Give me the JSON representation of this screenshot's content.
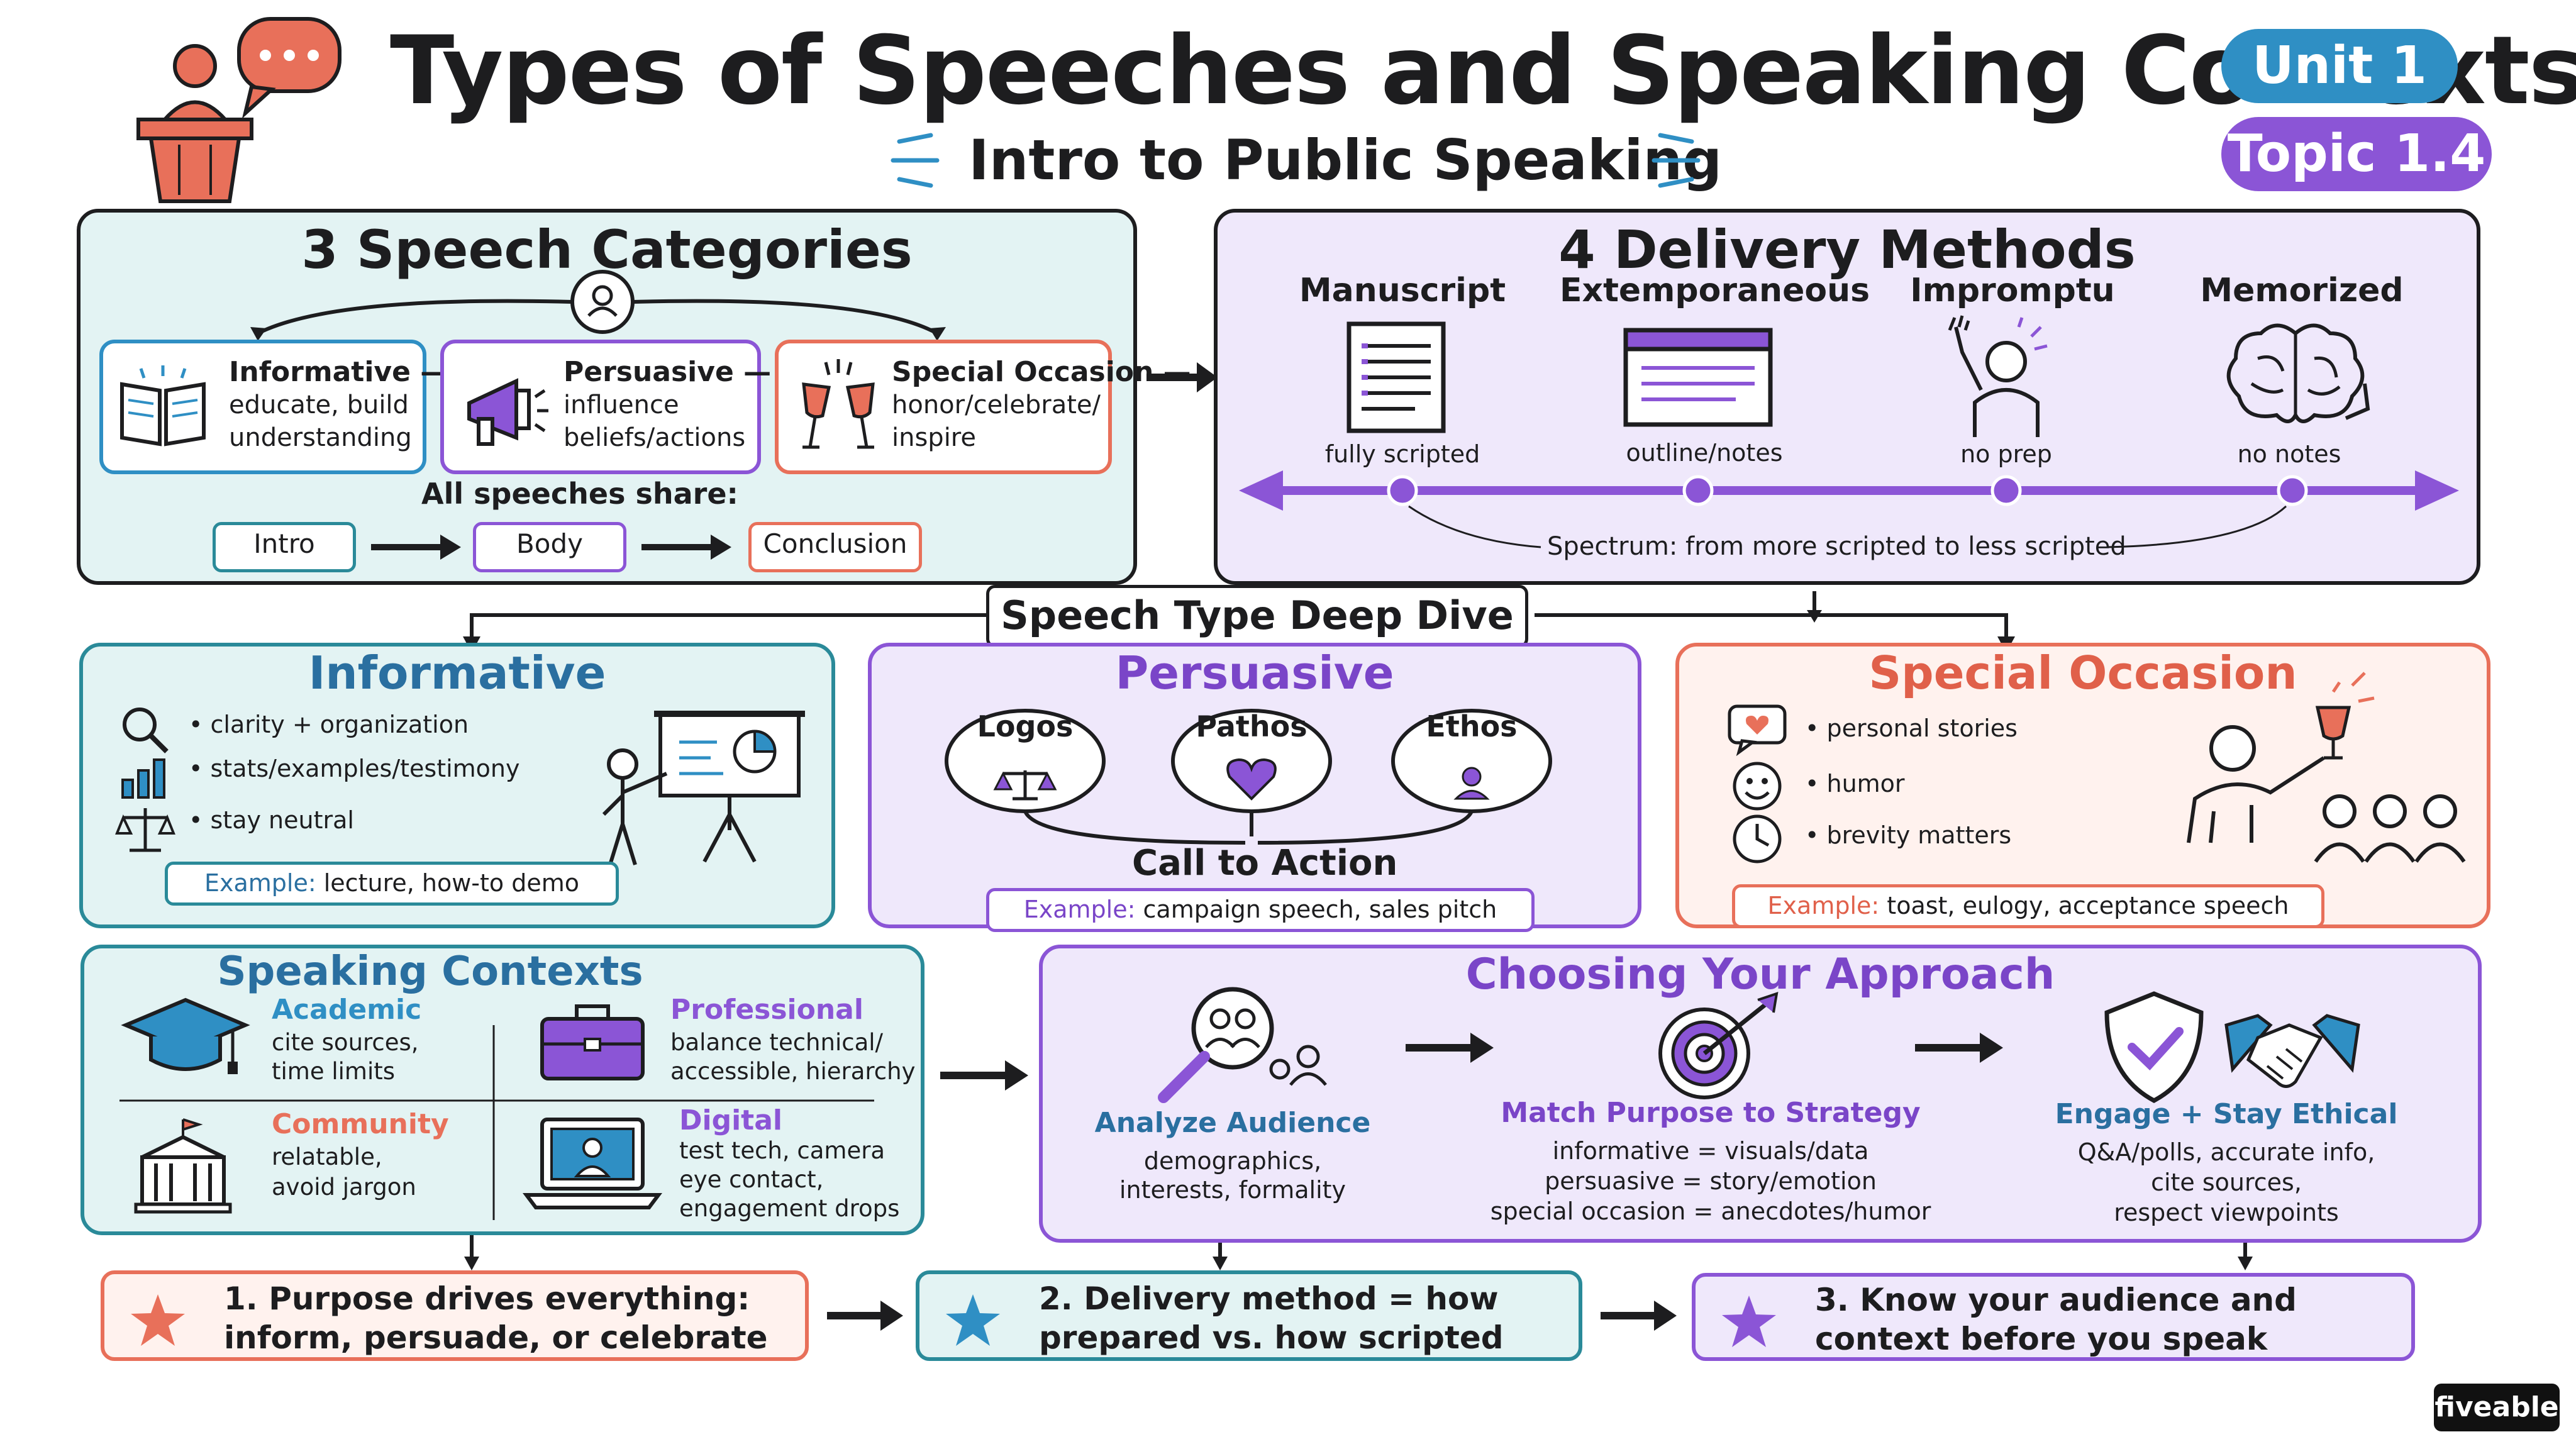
{
  "header": {
    "title": "Types of Speeches and Speaking Contexts",
    "subtitle": "Intro to Public Speaking",
    "unit_badge": "Unit 1",
    "topic_badge": "Topic 1.4"
  },
  "categories": {
    "title": "3 Speech Categories",
    "items": [
      {
        "name": "Informative —",
        "line1": "educate, build",
        "line2": "understanding",
        "icon": "book-icon"
      },
      {
        "name": "Persuasive —",
        "line1": "influence",
        "line2": "beliefs/actions",
        "icon": "megaphone-icon"
      },
      {
        "name": "Special Occasion —",
        "line1": "honor/celebrate/",
        "line2": "inspire",
        "icon": "toast-glasses-icon"
      }
    ],
    "shared_label": "All speeches share:",
    "structure": [
      "Intro",
      "Body",
      "Conclusion"
    ]
  },
  "delivery": {
    "title": "4 Delivery Methods",
    "methods": [
      {
        "name": "Manuscript",
        "note": "fully scripted",
        "icon": "document-icon"
      },
      {
        "name": "Extemporaneous",
        "note": "outline/notes",
        "icon": "notes-window-icon"
      },
      {
        "name": "Impromptu",
        "note": "no prep",
        "icon": "raised-hand-person-icon"
      },
      {
        "name": "Memorized",
        "note": "no notes",
        "icon": "brain-icon"
      }
    ],
    "spectrum_label": "Spectrum: from more scripted to less scripted"
  },
  "deep_dive": {
    "title": "Speech Type Deep Dive",
    "informative": {
      "title": "Informative",
      "bullets": [
        "• clarity + organization",
        "• stats/examples/testimony",
        "• stay neutral"
      ],
      "example_label": "Example:",
      "example_text": "lecture, how-to demo"
    },
    "persuasive": {
      "title": "Persuasive",
      "appeals": [
        "Logos",
        "Pathos",
        "Ethos"
      ],
      "cta": "Call to Action",
      "example_label": "Example:",
      "example_text": "campaign speech, sales pitch"
    },
    "special": {
      "title": "Special Occasion",
      "bullets": [
        "• personal stories",
        "• humor",
        "• brevity matters"
      ],
      "example_label": "Example:",
      "example_text": "toast, eulogy, acceptance speech"
    }
  },
  "contexts": {
    "title": "Speaking Contexts",
    "items": [
      {
        "name": "Academic",
        "line1": "cite sources,",
        "line2": "time limits",
        "line3": "",
        "color": "#2f8fc4"
      },
      {
        "name": "Professional",
        "line1": "balance technical/",
        "line2": "accessible, hierarchy",
        "line3": "",
        "color": "#8b55d6"
      },
      {
        "name": "Community",
        "line1": "relatable,",
        "line2": "avoid jargon",
        "line3": "",
        "color": "#e8705a"
      },
      {
        "name": "Digital",
        "line1": "test tech, camera",
        "line2": "eye contact,",
        "line3": "engagement drops",
        "color": "#8b55d6"
      }
    ]
  },
  "approach": {
    "title": "Choosing Your Approach",
    "steps": [
      {
        "name": "Analyze Audience",
        "lines": [
          "demographics,",
          "interests, formality"
        ]
      },
      {
        "name": "Match Purpose to Strategy",
        "lines": [
          "informative = visuals/data",
          "persuasive = story/emotion",
          "special occasion = anecdotes/humor"
        ]
      },
      {
        "name": "Engage + Stay Ethical",
        "lines": [
          "Q&A/polls, accurate info,",
          "cite sources,",
          "respect viewpoints"
        ]
      }
    ]
  },
  "takeaways": [
    {
      "line1": "1. Purpose drives everything:",
      "line2": "inform, persuade, or celebrate"
    },
    {
      "line1": "2. Delivery method = how",
      "line2": "prepared vs. how scripted"
    },
    {
      "line1": "3. Know your audience and",
      "line2": "context before you speak"
    }
  ],
  "brand": "fiveable",
  "colors": {
    "teal_fill": "#e3f3f3",
    "purple_fill": "#efe8fb",
    "coral": "#e8705a",
    "blue": "#2f8fc4",
    "purple": "#8b55d6",
    "teal_border": "#2a8a99"
  }
}
